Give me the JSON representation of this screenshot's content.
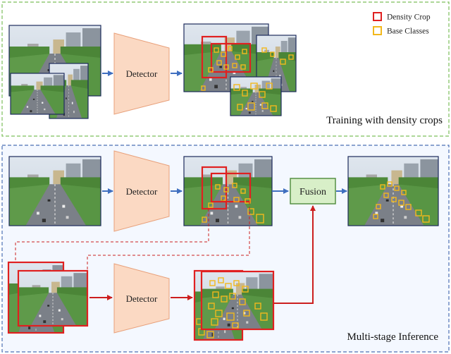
{
  "legend": {
    "density_crop": "Density Crop",
    "base_classes": "Base Classes"
  },
  "modules": {
    "detector_train": "Detector",
    "detector_infer": "Detector",
    "detector_stage2": "Detector",
    "fusion": "Fusion"
  },
  "panels": {
    "training_caption": "Training with density crops",
    "inference_caption": "Multi-stage Inference"
  },
  "colors": {
    "density_crop": "#e02020",
    "base_classes": "#f2b81c",
    "training_border": "#7cbf5a",
    "inference_border": "#4a6fb5",
    "inference_bg": "#f4f8ff",
    "detector_fill": "#fbd9c3",
    "detector_stroke": "#e8a07a",
    "fusion_fill": "#d8efc8",
    "fusion_stroke": "#4d8a3a",
    "arrow_blue": "#3f6fc0",
    "arrow_red": "#cc1f1f"
  }
}
